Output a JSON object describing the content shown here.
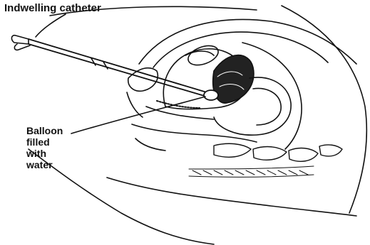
{
  "diagram": {
    "labels": {
      "catheter": "Indwelling catheter",
      "balloon_lines": [
        "Balloon",
        "filled",
        "with",
        "water"
      ]
    },
    "colors": {
      "ink": "#111111",
      "background": "#ffffff"
    }
  }
}
